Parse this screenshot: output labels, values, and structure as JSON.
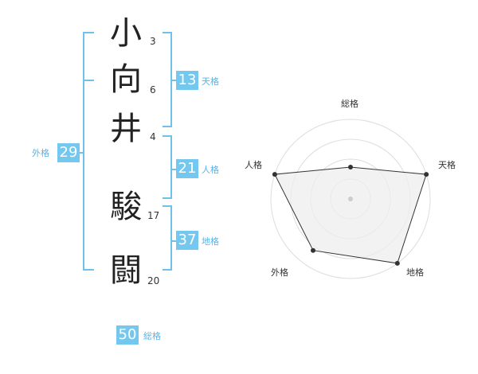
{
  "name": {
    "chars": [
      {
        "char": "小",
        "strokes": "3"
      },
      {
        "char": "向",
        "strokes": "6"
      },
      {
        "char": "井",
        "strokes": "4"
      },
      {
        "char": "駿",
        "strokes": "17"
      },
      {
        "char": "闘",
        "strokes": "20"
      }
    ]
  },
  "fortunes": {
    "tenkaku": {
      "value": "13",
      "label": "天格"
    },
    "jinkaku": {
      "value": "21",
      "label": "人格"
    },
    "chikaku": {
      "value": "37",
      "label": "地格"
    },
    "gaikaku": {
      "value": "29",
      "label": "外格"
    },
    "soukaku": {
      "value": "50",
      "label": "総格"
    }
  },
  "chart_data": {
    "type": "radar",
    "axes": [
      "総格",
      "天格",
      "地格",
      "外格",
      "人格"
    ],
    "values": [
      0.4,
      1.0,
      1.0,
      0.8,
      1.0
    ],
    "range": [
      0,
      1
    ],
    "rings": 4
  },
  "colors": {
    "accent": "#74c7ee",
    "label": "#5ab3e3",
    "polygon_fill": "#eeeeee",
    "polygon_stroke": "#333333"
  }
}
